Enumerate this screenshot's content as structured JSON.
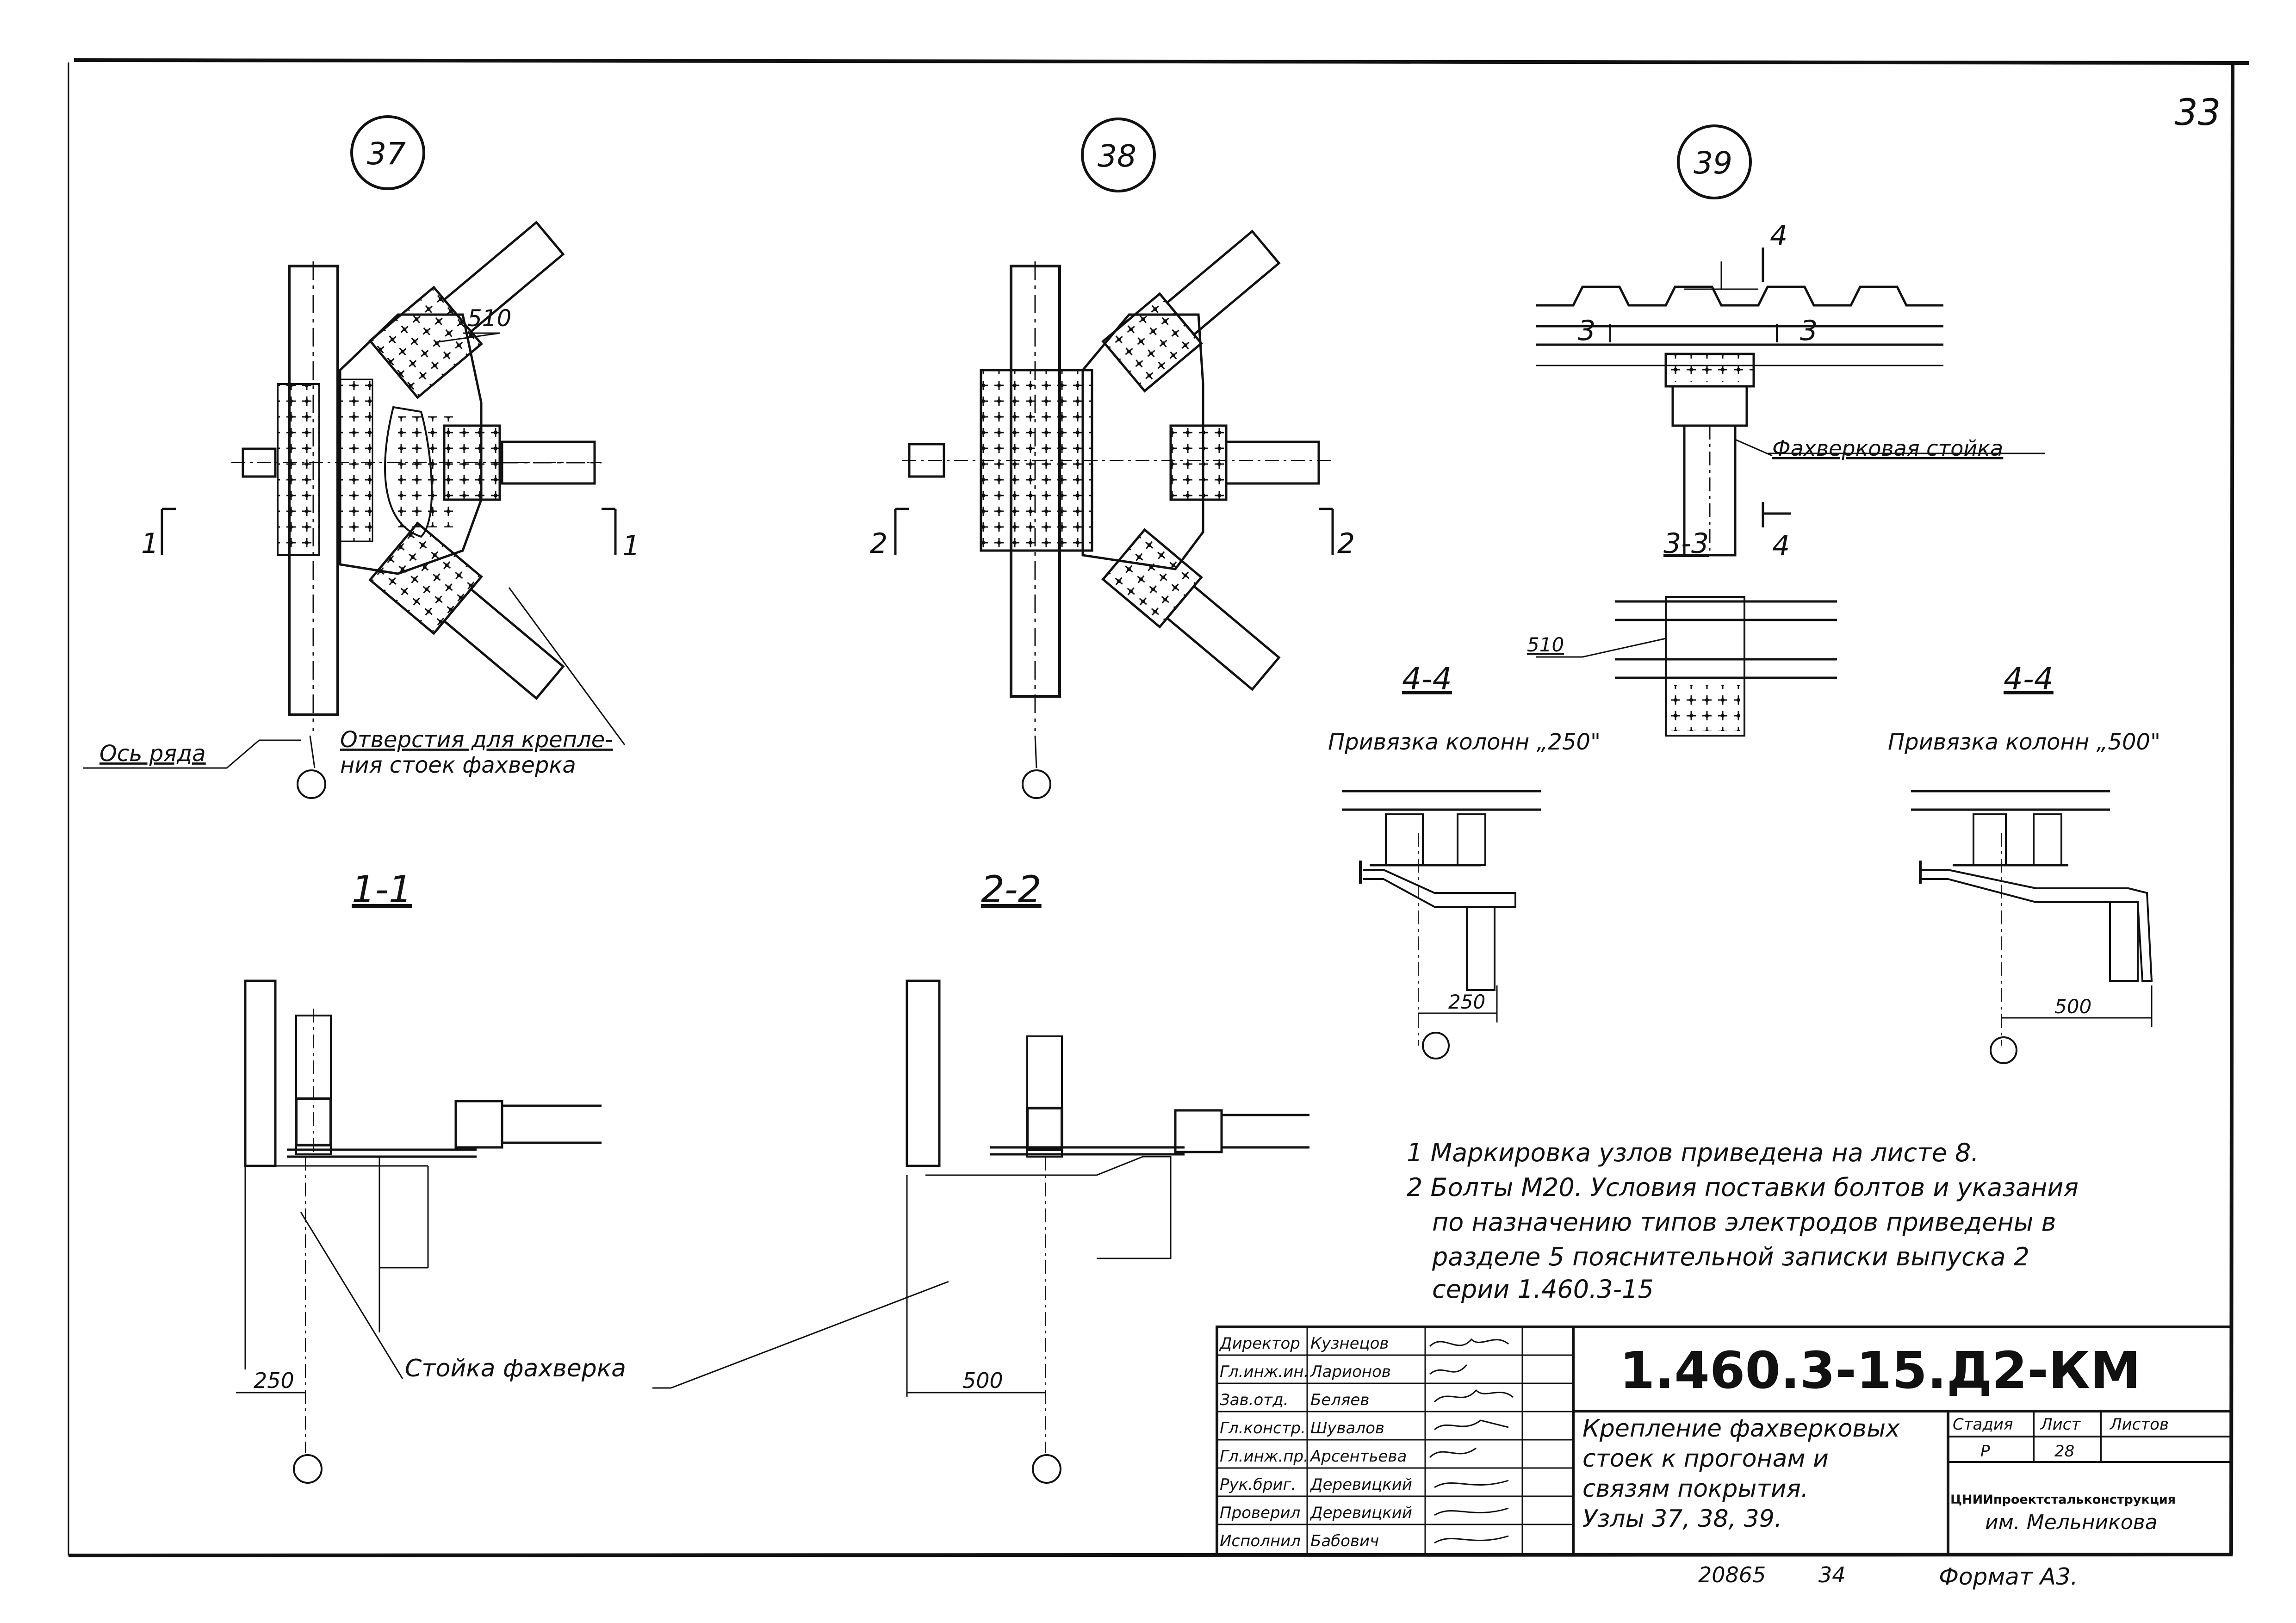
{
  "sheet_corner_number": "33",
  "nodes": {
    "n37": "37",
    "n38": "38",
    "n39": "39"
  },
  "node37": {
    "plate_mark": "510",
    "section_mark_left": "1",
    "section_mark_right": "1",
    "axis_label": "Ось ряда",
    "holes_label_line1": "Отверстия для крепле-",
    "holes_label_line2": "ния стоек фахверка"
  },
  "node38": {
    "section_mark_left": "2",
    "section_mark_right": "2"
  },
  "node39": {
    "cut_top": "4",
    "cut_bottom": "4",
    "cut_left": "3",
    "cut_right": "3",
    "post_label": "Фахверковая стойка",
    "section_33_title": "3-3",
    "section_33_mark": "510"
  },
  "sections": {
    "s11_title": "1-1",
    "s22_title": "2-2",
    "s44a_title": "4-4",
    "s44a_sub": "Привязка колонн „250\"",
    "s44b_title": "4-4",
    "s44b_sub": "Привязка колонн „500\"",
    "dim_250": "250",
    "dim_500": "500",
    "dim_44a": "250",
    "dim_44b": "500",
    "post_label": "Стойка фахверка"
  },
  "notes": [
    "1  Маркировка  узлов  приведена на листе 8.",
    "2  Болты  М20.  Условия поставки  болтов и указания",
    "по назначению  типов  электродов  приведены  в",
    "разделе 5  пояснительной записки  выпуска  2",
    "серии 1.460.3-15"
  ],
  "title_block": {
    "code": "1.460.3-15.Д2-КМ",
    "roles": [
      {
        "role": "Директор",
        "name": "Кузнецов"
      },
      {
        "role": "Гл.инж.ин.",
        "name": "Ларионов"
      },
      {
        "role": "Зав.отд.",
        "name": "Беляев"
      },
      {
        "role": "Гл.констр.",
        "name": "Шувалов"
      },
      {
        "role": "Гл.инж.пр.",
        "name": "Арсентьева"
      },
      {
        "role": "Рук.бриг.",
        "name": "Деревицкий"
      },
      {
        "role": "Проверил",
        "name": "Деревицкий"
      },
      {
        "role": "Исполнил",
        "name": "Бабович"
      }
    ],
    "description_line1": "Крепление фахверковых",
    "description_line2": "стоек к прогонам и",
    "description_line3": "связям покрытия.",
    "description_line4": "Узлы 37, 38, 39.",
    "stage_header": "Стадия",
    "sheet_header": "Лист",
    "sheets_header": "Листов",
    "stage": "Р",
    "sheet": "28",
    "sheets": "",
    "org_line1": "ЦНИИпроектстальконструкция",
    "org_line2": "им. Мельникова"
  },
  "footer": {
    "inv": "20865",
    "page": "34",
    "format": "Формат А3."
  }
}
